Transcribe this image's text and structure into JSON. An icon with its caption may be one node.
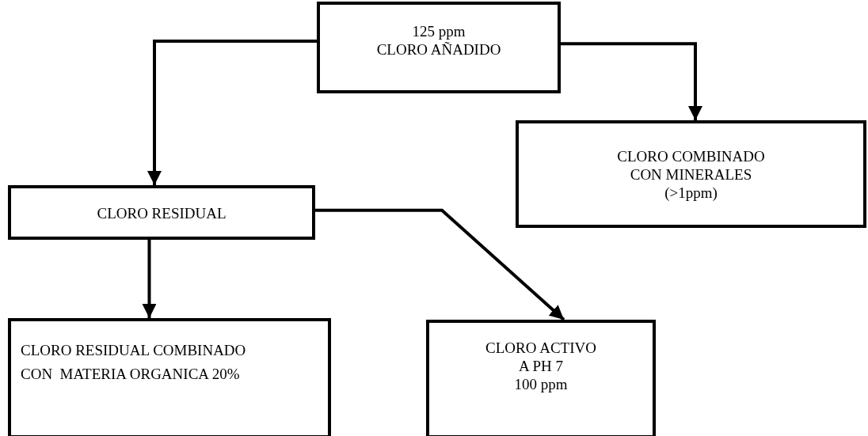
{
  "diagram": {
    "nodes": [
      {
        "text": [
          "125 ppm",
          "CLORO AÑADIDO"
        ]
      },
      {
        "text": [
          "CLORO COMBINADO",
          "CON MINERALES",
          "(>1ppm)"
        ]
      },
      {
        "text": [
          "CLORO RESIDUAL"
        ]
      },
      {
        "text": [
          "CLORO RESIDUAL COMBINADO",
          "CON  MATERIA ORGANICA 20%"
        ]
      },
      {
        "text": [
          "CLORO ACTIVO",
          "A PH 7",
          "100 ppm"
        ]
      }
    ],
    "edges": [
      {
        "from": 0,
        "to": 2,
        "arrow": "to"
      },
      {
        "from": 0,
        "to": 1,
        "arrow": "to"
      },
      {
        "from": 2,
        "to": 3,
        "arrow": "to"
      },
      {
        "from": 2,
        "to": 4,
        "arrow": "to"
      }
    ]
  }
}
